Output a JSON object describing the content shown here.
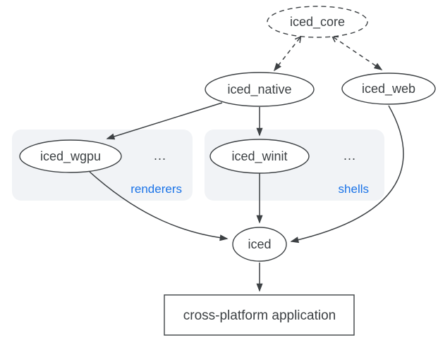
{
  "diagram": {
    "nodes": {
      "iced_core": "iced_core",
      "iced_native": "iced_native",
      "iced_web": "iced_web",
      "iced_wgpu": "iced_wgpu",
      "iced_winit": "iced_winit",
      "iced": "iced",
      "application": "cross-platform application"
    },
    "clusters": {
      "renderers": {
        "label": "renderers",
        "ellipsis": "...",
        "members": [
          "iced_wgpu"
        ]
      },
      "shells": {
        "label": "shells",
        "ellipsis": "...",
        "members": [
          "iced_winit"
        ]
      }
    },
    "edges": [
      {
        "from": "iced_core",
        "to": "iced_native",
        "style": "dashed"
      },
      {
        "from": "iced_core",
        "to": "iced_web",
        "style": "dashed"
      },
      {
        "from": "iced_native",
        "to": "iced_wgpu",
        "style": "solid"
      },
      {
        "from": "iced_native",
        "to": "iced_winit",
        "style": "solid"
      },
      {
        "from": "iced_wgpu",
        "to": "iced",
        "style": "solid"
      },
      {
        "from": "iced_winit",
        "to": "iced",
        "style": "solid"
      },
      {
        "from": "iced_web",
        "to": "iced",
        "style": "solid"
      },
      {
        "from": "iced",
        "to": "cross-platform application",
        "style": "solid"
      }
    ],
    "colors": {
      "line": "#3d4144",
      "text": "#3c4043",
      "cluster_fill": "#f1f3f6",
      "cluster_label": "#1a73e8",
      "background": "#ffffff"
    }
  }
}
